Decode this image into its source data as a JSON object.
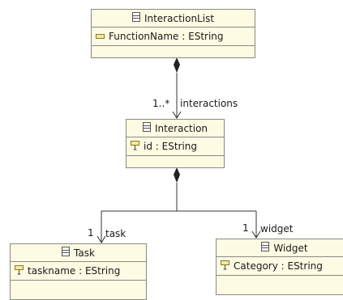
{
  "classes": {
    "interaction_list": {
      "name": "InteractionList",
      "attribute": "FunctionName : EString"
    },
    "interaction": {
      "name": "Interaction",
      "attribute": "id : EString"
    },
    "task": {
      "name": "Task",
      "attribute": "taskname : EString"
    },
    "widget": {
      "name": "Widget",
      "attribute": "Category : EString"
    }
  },
  "references": {
    "interactions": {
      "multiplicity": "1..*",
      "name": "interactions"
    },
    "task": {
      "multiplicity": "1",
      "name": "task"
    },
    "widget": {
      "multiplicity": "1",
      "name": "widget"
    }
  }
}
